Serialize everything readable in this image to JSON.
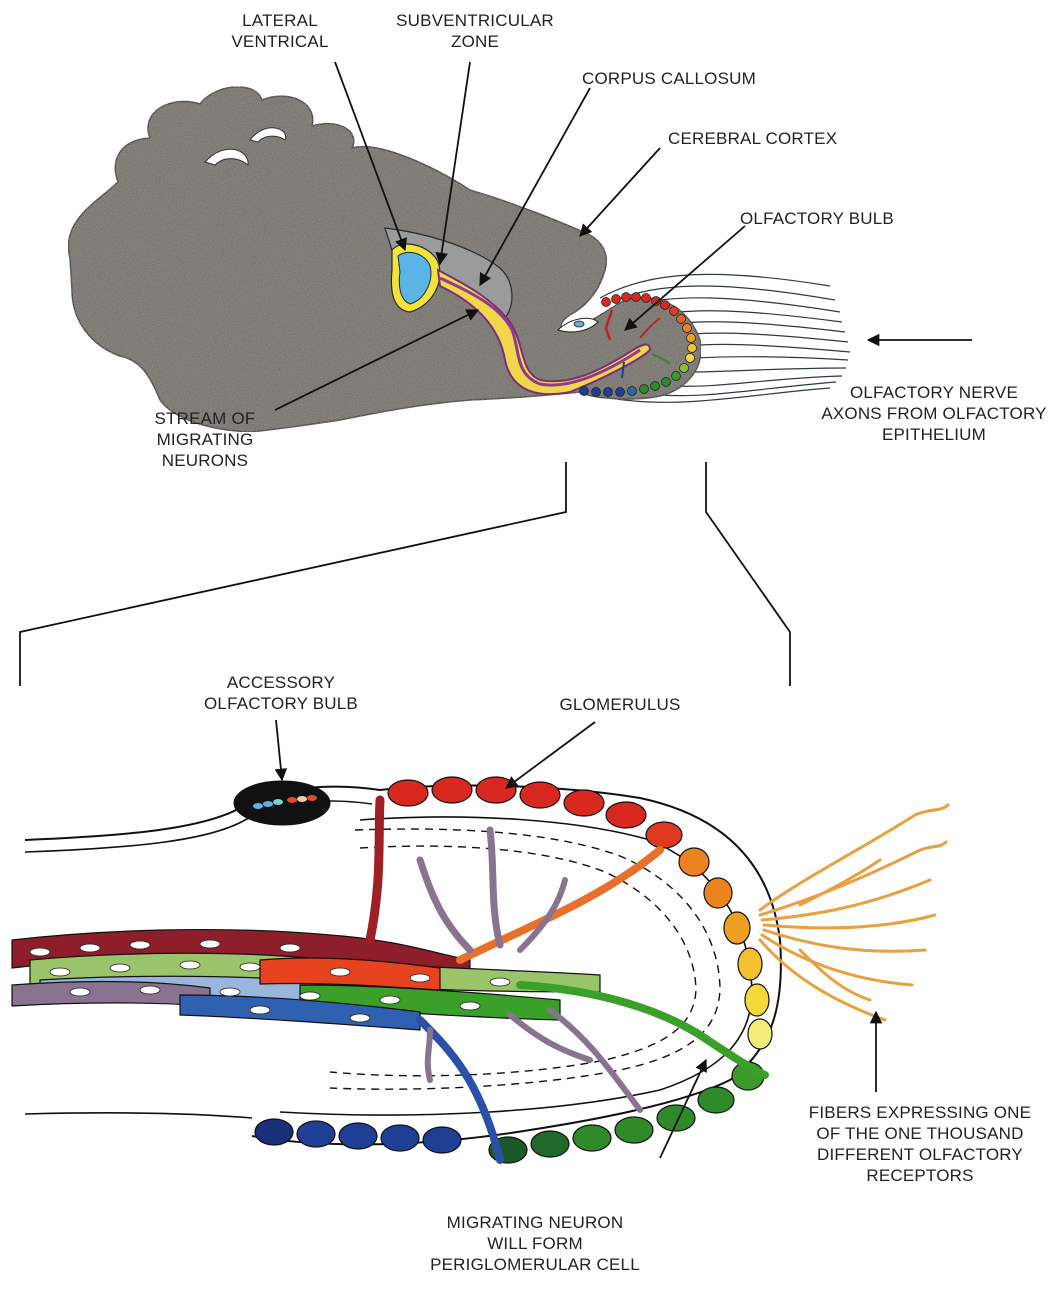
{
  "diagram": {
    "labels": {
      "lateral_ventrical": [
        "LATERAL",
        "VENTRICAL"
      ],
      "subventricular_zone": [
        "SUBVENTRICULAR",
        "ZONE"
      ],
      "corpus_callosum": [
        "CORPUS CALLOSUM"
      ],
      "cerebral_cortex": [
        "CEREBRAL CORTEX"
      ],
      "olfactory_bulb": [
        "OLFACTORY BULB"
      ],
      "olfactory_nerve": [
        "OLFACTORY NERVE",
        "AXONS FROM OLFACTORY",
        "EPITHELIUM"
      ],
      "stream_of_migrating_neurons": [
        "STREAM OF",
        "MIGRATING",
        "NEURONS"
      ],
      "accessory_olfactory_bulb": [
        "ACCESSORY",
        "OLFACTORY BULB"
      ],
      "glomerulus": [
        "GLOMERULUS"
      ],
      "fibers_expressing": [
        "FIBERS EXPRESSING ONE",
        "OF THE ONE THOUSAND",
        "DIFFERENT OLFACTORY",
        "RECEPTORS"
      ],
      "migrating_neuron": [
        "MIGRATING NEURON",
        "WILL FORM",
        "PERIGLOMERULAR CELL"
      ]
    },
    "colors": {
      "brain_tissue": "#77736d",
      "ventricle_blue": "#5ab4e6",
      "subventricular_yellow": "#f2e23a",
      "stream_purple": "#8d3c8f",
      "corpus_callosum_gray": "#9a9c9c",
      "receptor_fiber_orange": "#e8a040",
      "glomerulus_red": "#d8281f",
      "glomerulus_orange": "#ec8320",
      "glomerulus_yellow": "#f4d83a",
      "glomerulus_green": "#2f8a2a",
      "glomerulus_blue": "#1f3f95",
      "neuron_purple": "#8a7390"
    }
  }
}
